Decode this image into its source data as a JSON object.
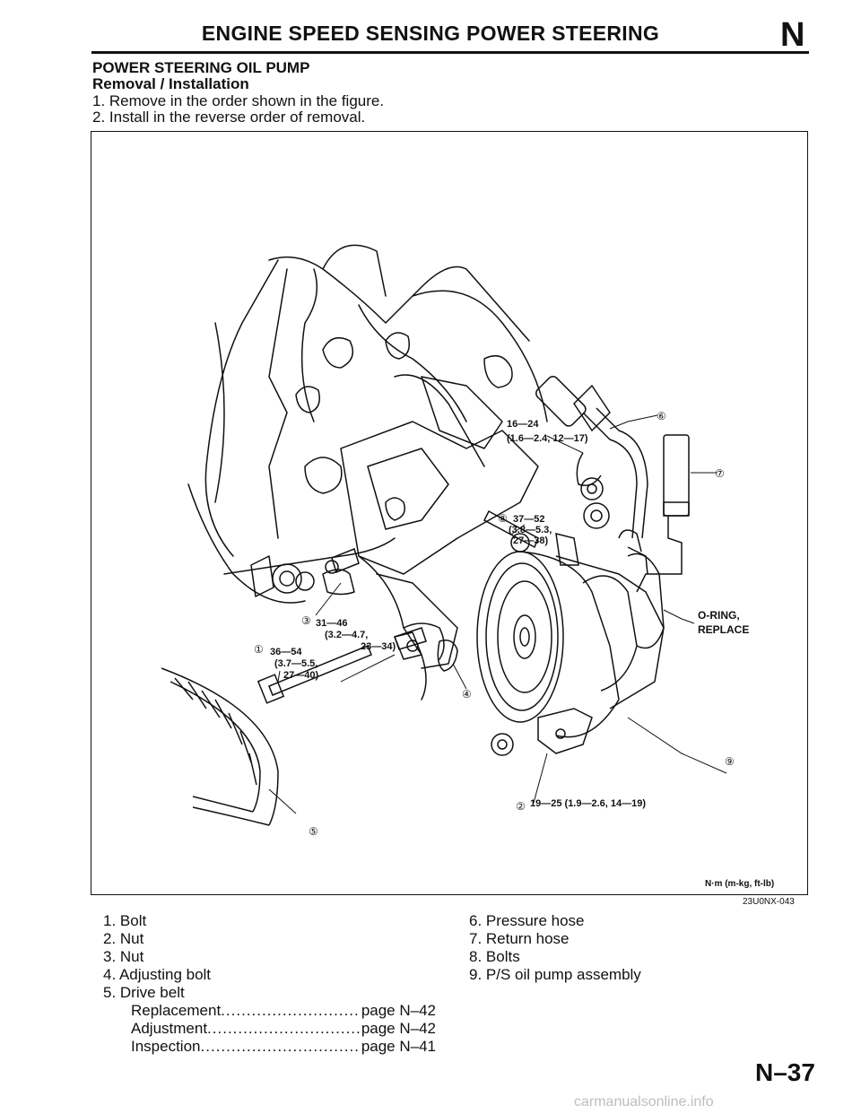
{
  "header": {
    "title": "ENGINE SPEED SENSING POWER STEERING",
    "section_letter": "N"
  },
  "section": {
    "title": "POWER STEERING OIL PUMP",
    "subtitle": "Removal / Installation",
    "steps": [
      "1. Remove in the order shown in the figure.",
      "2. Install in the reverse order of removal."
    ]
  },
  "figure": {
    "callouts": {
      "c1": "①",
      "c2": "②",
      "c3": "③",
      "c4": "④",
      "c5": "⑤",
      "c6": "⑥",
      "c7": "⑦",
      "c8": "⑧",
      "c9": "⑨"
    },
    "torque": {
      "t_hose_1": "16—24",
      "t_hose_2": "(1.6—2.4, 12—17)",
      "t8_1": "37—52",
      "t8_2": "(3.8—5.3,",
      "t8_3": "27—38)",
      "t3_1": "31—46",
      "t3_2": "(3.2—4.7,",
      "t3_3": "23—34)",
      "t1_1": "36—54",
      "t1_2": "(3.7—5.5,",
      "t1_3": "27—40)",
      "t2": "19—25 (1.9—2.6, 14—19)"
    },
    "oring_1": "O-RING,",
    "oring_2": "REPLACE",
    "units": "N·m (m-kg, ft-lb)",
    "code": "23U0NX-043"
  },
  "legend": {
    "left": [
      "1. Bolt",
      "2. Nut",
      "3. Nut",
      "4. Adjusting bolt",
      "5. Drive belt"
    ],
    "right": [
      "6. Pressure hose",
      "7. Return hose",
      "8. Bolts",
      "9. P/S oil pump assembly"
    ],
    "refs": [
      {
        "name": "Replacement",
        "page": "page N–42"
      },
      {
        "name": "Adjustment",
        "page": "page N–42"
      },
      {
        "name": "Inspection",
        "page": "page N–41"
      }
    ]
  },
  "page_number": "N–37",
  "watermark": "carmanualsonline.info"
}
